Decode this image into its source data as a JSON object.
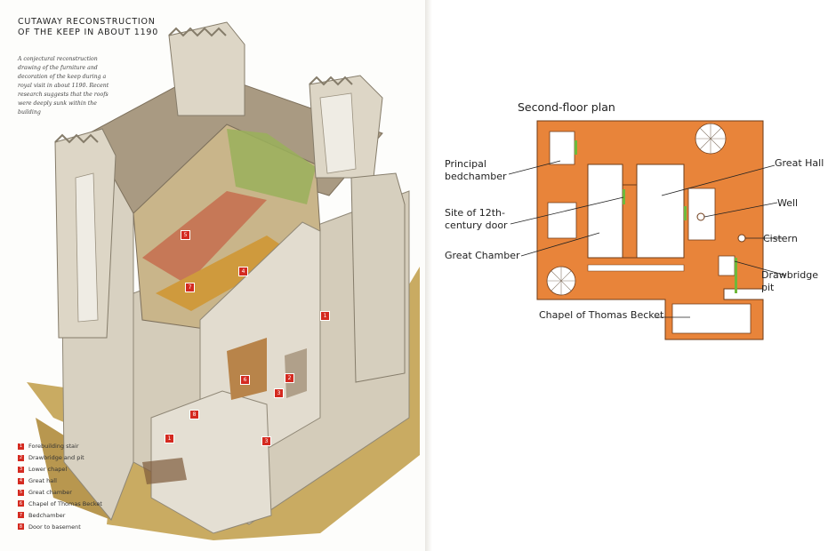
{
  "cutaway": {
    "title_line1": "CUTAWAY RECONSTRUCTION",
    "title_line2": "OF THE KEEP IN ABOUT 1190",
    "caption": "A conjectural reconstruction drawing of the furniture and decoration of the keep during a royal visit in about 1190. Recent research suggests that the roofs were deeply sunk within the building",
    "legend": [
      {
        "num": "1",
        "label": "Forebuilding stair"
      },
      {
        "num": "2",
        "label": "Drawbridge and pit"
      },
      {
        "num": "3",
        "label": "Lower chapel"
      },
      {
        "num": "4",
        "label": "Great hall"
      },
      {
        "num": "5",
        "label": "Great chamber"
      },
      {
        "num": "6",
        "label": "Chapel of Thomas Becket"
      },
      {
        "num": "7",
        "label": "Bedchamber"
      },
      {
        "num": "8",
        "label": "Door to basement"
      }
    ],
    "markers": [
      "5",
      "4",
      "7",
      "1",
      "6",
      "2",
      "3",
      "8",
      "1",
      "3"
    ]
  },
  "plan": {
    "title": "Second-floor plan",
    "labels": {
      "principal_bedchamber_1": "Principal",
      "principal_bedchamber_2": "bedchamber",
      "site_door_1": "Site of 12th-",
      "site_door_2": "century door",
      "great_chamber": "Great Chamber",
      "great_hall": "Great Hall",
      "well": "Well",
      "cistern": "Cistern",
      "drawbridge_1": "Drawbridge",
      "drawbridge_2": "pit",
      "chapel": "Chapel of Thomas Becket"
    }
  },
  "colors": {
    "wall_orange": "#e8843a",
    "stone": "#d9d2c2",
    "grass": "#c7a85a",
    "marker_red": "#d42a20",
    "door_green": "#6fb83a"
  }
}
